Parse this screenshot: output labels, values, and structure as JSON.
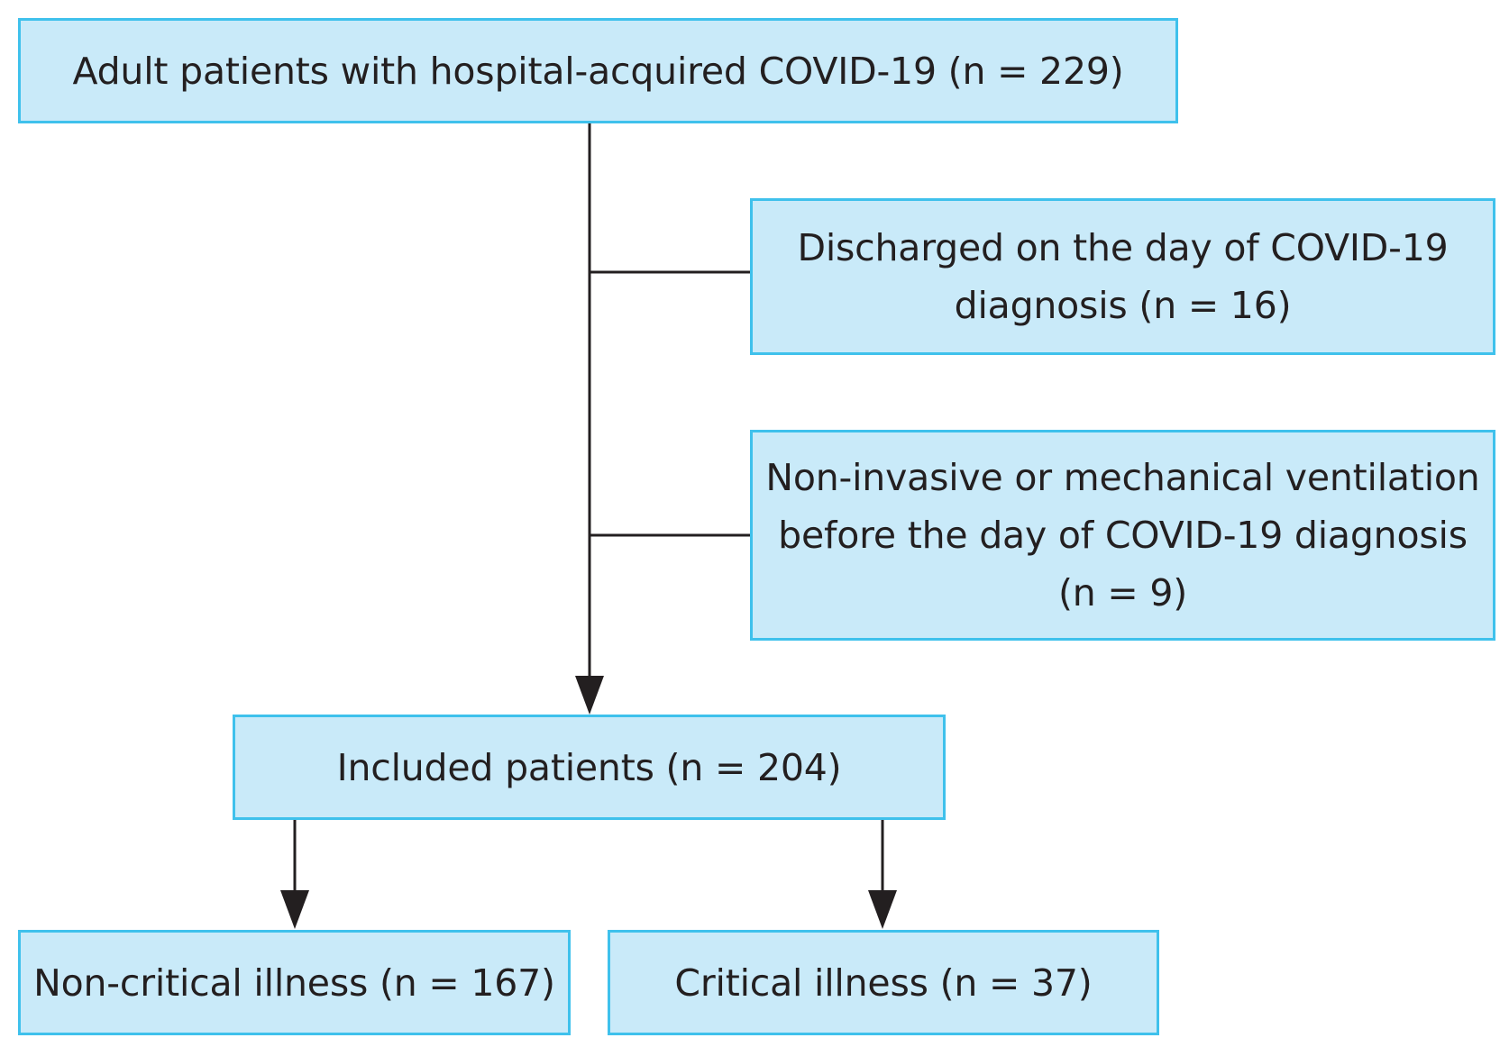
{
  "flowchart": {
    "boxes": {
      "adult_patients": "Adult patients with hospital-acquired COVID-19 (n = 229)",
      "discharged": "Discharged on the day of COVID-19\ndiagnosis (n = 16)",
      "ventilation": "Non-invasive or mechanical ventilation\nbefore the day of COVID-19 diagnosis\n(n = 9)",
      "included": "Included patients (n = 204)",
      "non_critical": "Non-critical illness (n = 167)",
      "critical": "Critical illness (n = 37)"
    },
    "colors": {
      "box_fill": "#c9eaf9",
      "box_border": "#3fc1ec",
      "line": "#231f20"
    }
  }
}
